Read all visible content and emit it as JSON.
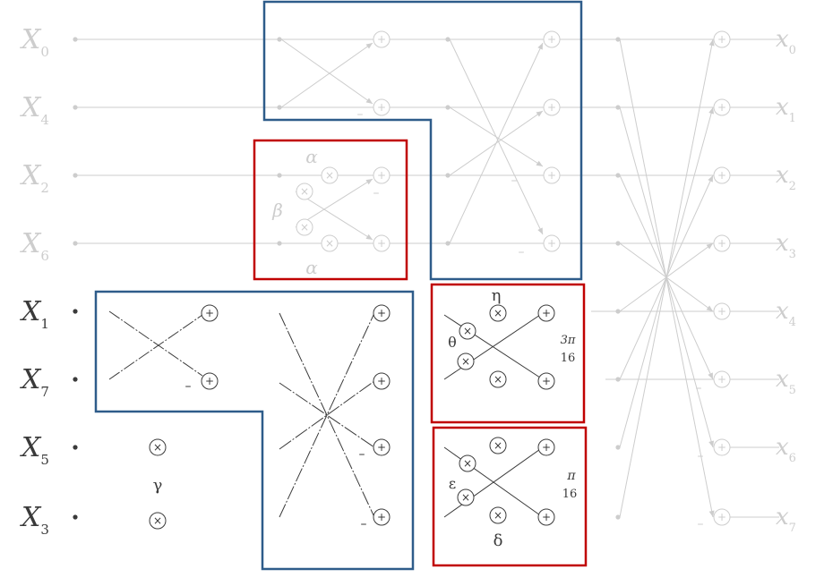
{
  "inputs": [
    {
      "sym": "X",
      "sub": "0"
    },
    {
      "sym": "X",
      "sub": "4"
    },
    {
      "sym": "X",
      "sub": "2"
    },
    {
      "sym": "X",
      "sub": "6"
    },
    {
      "sym": "X",
      "sub": "1"
    },
    {
      "sym": "X",
      "sub": "7"
    },
    {
      "sym": "X",
      "sub": "5"
    },
    {
      "sym": "X",
      "sub": "3"
    }
  ],
  "outputs": [
    {
      "sym": "x",
      "sub": "0"
    },
    {
      "sym": "x",
      "sub": "1"
    },
    {
      "sym": "x",
      "sub": "2"
    },
    {
      "sym": "x",
      "sub": "3"
    },
    {
      "sym": "x",
      "sub": "4"
    },
    {
      "sym": "x",
      "sub": "5"
    },
    {
      "sym": "x",
      "sub": "6"
    },
    {
      "sym": "x",
      "sub": "7"
    }
  ],
  "coefficients": {
    "alpha": "α",
    "beta": "β",
    "gamma": "γ",
    "eta": "η",
    "theta": "θ",
    "epsilon": "ε",
    "delta": "δ",
    "angle_3pi_num": "3π",
    "angle_3pi_den": "16",
    "angle_pi_num": "π",
    "angle_pi_den": "16"
  },
  "symbols": {
    "plus": "+",
    "times": "×",
    "minus": "–"
  },
  "colors": {
    "faded": "#cdcdcd",
    "strong": "#3a3a3a",
    "blue_box": "#2e5c8a",
    "red_box": "#c00000"
  }
}
